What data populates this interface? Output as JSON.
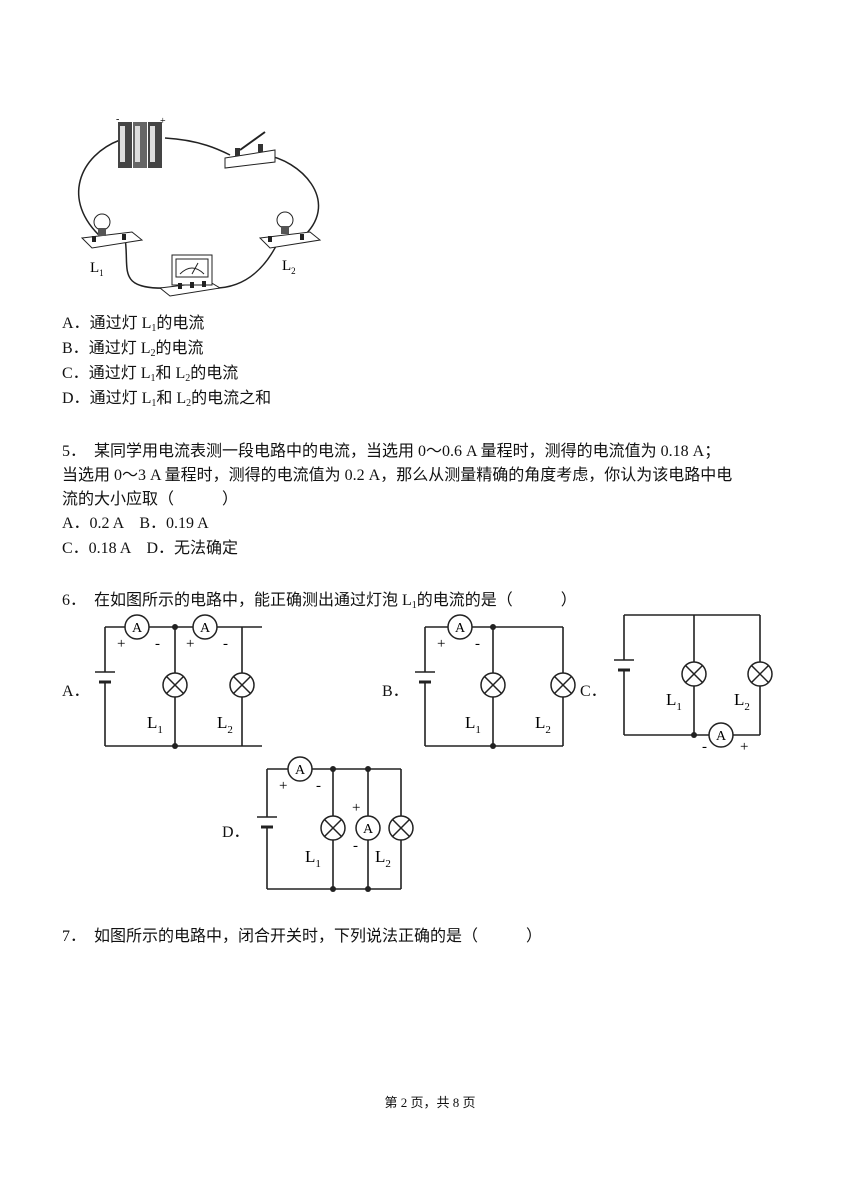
{
  "q4": {
    "photo_labels": {
      "l1": "L",
      "l1_sub": "1",
      "l2": "L",
      "l2_sub": "2",
      "minus": "-",
      "plus": "+"
    },
    "options": [
      {
        "key": "A．",
        "pre": "通过灯 L",
        "sub1": "1",
        "mid": "的电流",
        "sub2": "",
        "post": ""
      },
      {
        "key": "B．",
        "pre": "通过灯 L",
        "sub1": "2",
        "mid": "的电流",
        "sub2": "",
        "post": ""
      },
      {
        "key": "C．",
        "pre": "通过灯 L",
        "sub1": "1",
        "mid": "和 L",
        "sub2": "2",
        "post": "的电流"
      },
      {
        "key": "D．",
        "pre": "通过灯 L",
        "sub1": "1",
        "mid": "和 L",
        "sub2": "2",
        "post": "的电流之和"
      }
    ]
  },
  "q5": {
    "lines": [
      "5．　某同学用电流表测一段电路中的电流，当选用 0～0.6 A 量程时，测得的电流值为 0.18 A；",
      "当选用 0～3 A 量程时，测得的电流值为 0.2 A，那么从测量精确的角度考虑，你认为该电路中电",
      "流的大小应取（　　　）"
    ],
    "options_line1": "A．0.2 A　B．0.19 A",
    "options_line2": "C．0.18 A　D．无法确定"
  },
  "q6": {
    "stem_pre": "6．　在如图所示的电路中，能正确测出通过灯泡 L",
    "stem_sub": "1",
    "stem_post": "的电流的是（　　　）",
    "option_a": "A．",
    "option_b": "B．",
    "option_c": "C．",
    "option_d": "D．",
    "ammeter": "A",
    "plus": "+",
    "minus": "-",
    "lamp1": "L",
    "lamp1_sub": "1",
    "lamp2": "L",
    "lamp2_sub": "2"
  },
  "q7": {
    "stem": "7．　如图所示的电路中，闭合开关时，下列说法正确的是（　　　）"
  },
  "footer": "第 2 页，共 8 页"
}
